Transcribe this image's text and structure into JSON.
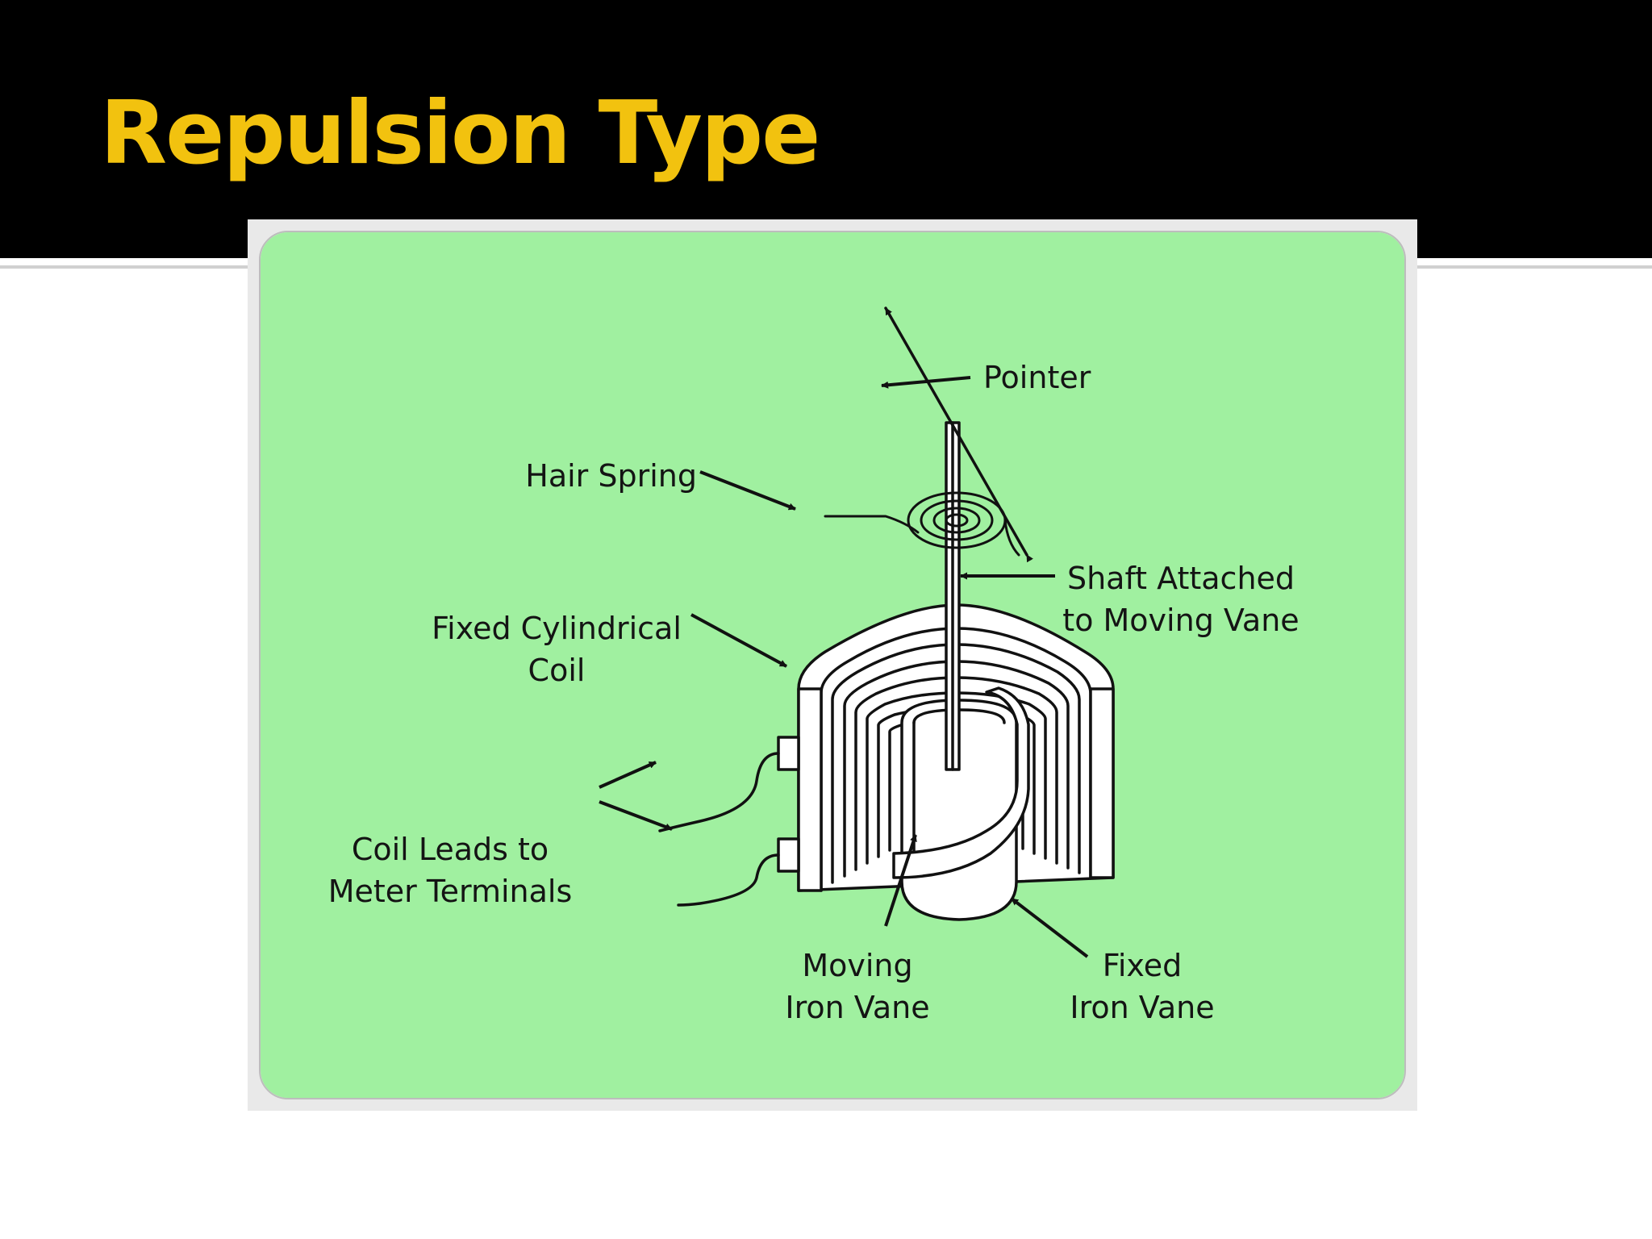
{
  "slide": {
    "title": "Repulsion Type",
    "title_color": "#f2c20f",
    "header_background": "#000000",
    "diagram_background": "#a0f0a0"
  },
  "diagram": {
    "labels": {
      "pointer": "Pointer",
      "hair_spring": "Hair Spring",
      "fixed_coil_1": "Fixed Cylindrical",
      "fixed_coil_2": "Coil",
      "shaft_1": "Shaft Attached",
      "shaft_2": "to Moving Vane",
      "coil_leads_1": "Coil Leads to",
      "coil_leads_2": "Meter Terminals",
      "moving_vane_1": "Moving",
      "moving_vane_2": "Iron Vane",
      "fixed_vane_1": "Fixed",
      "fixed_vane_2": "Iron Vane"
    }
  }
}
